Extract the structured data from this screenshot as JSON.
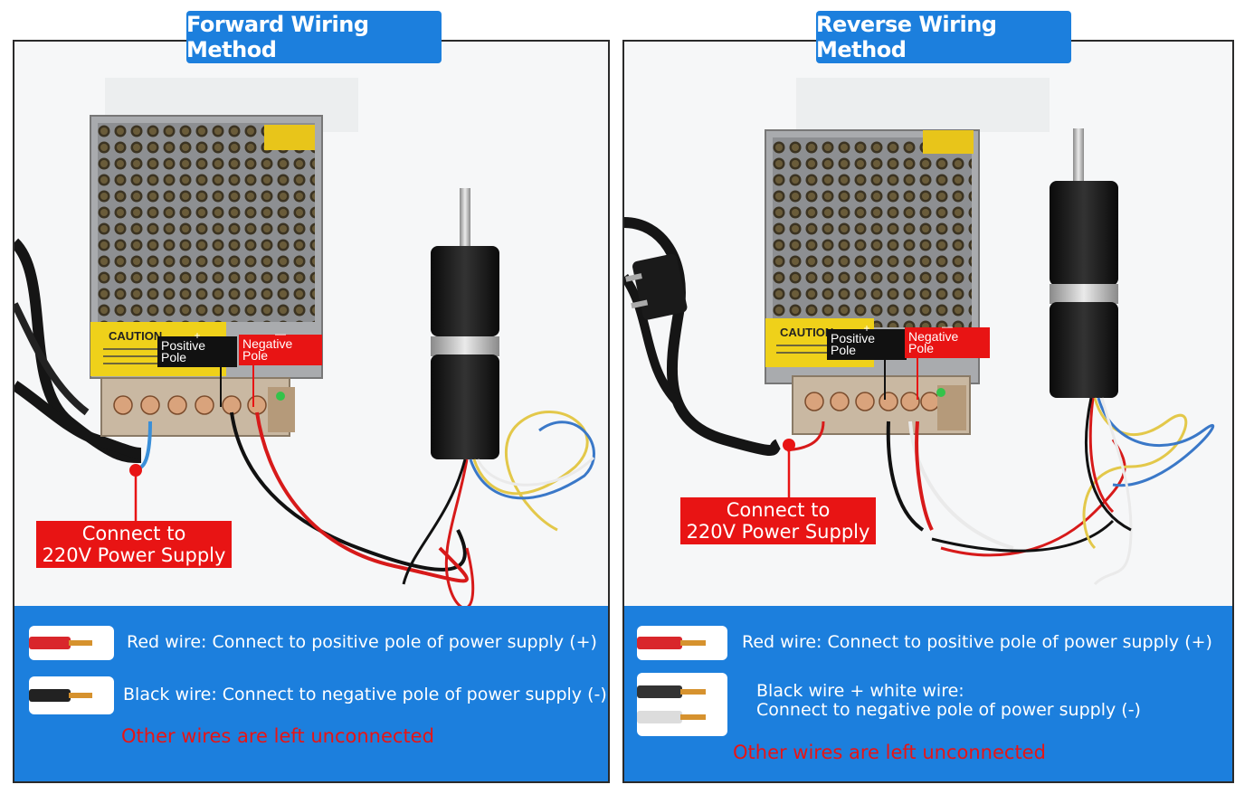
{
  "left": {
    "title": "Forward Wiring Method",
    "positive_symbol": "+",
    "positive_label": "Positive Pole",
    "negative_symbol": "—",
    "negative_label": "Negative Pole",
    "connect_line1": "Connect to",
    "connect_line2": "220V Power Supply",
    "caution": "CAUTION",
    "legend": [
      {
        "text": "Red wire: Connect to positive pole of power supply (+)"
      },
      {
        "text": "Black wire: Connect to negative pole of power supply (-)"
      }
    ],
    "note": "Other wires are left unconnected"
  },
  "right": {
    "title": "Reverse Wiring Method",
    "positive_symbol": "+",
    "positive_label": "Positive Pole",
    "negative_symbol": "—",
    "negative_label": "Negative Pole",
    "connect_line1": "Connect to",
    "connect_line2": "220V Power Supply",
    "caution": "CAUTION",
    "legend": [
      {
        "text": "Red wire: Connect to positive pole of power supply (+)"
      },
      {
        "line1": "Black wire + white wire:",
        "line2": "Connect to negative pole of power supply (-)"
      }
    ],
    "note": "Other wires are left unconnected"
  },
  "colors": {
    "accent_blue": "#1c7fdd",
    "label_red": "#e81414",
    "label_black": "#111111"
  }
}
